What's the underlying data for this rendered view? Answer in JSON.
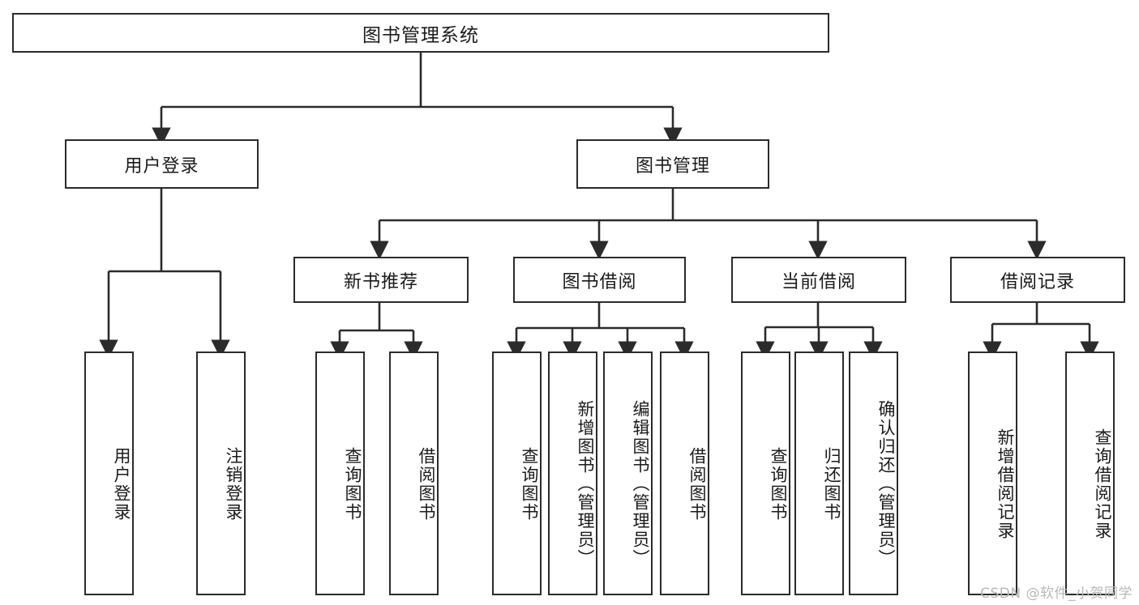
{
  "diagram": {
    "title_box": {
      "label": "图书管理系统"
    },
    "level1": [
      {
        "id": "user-login",
        "label": "用户登录"
      },
      {
        "id": "book-management",
        "label": "图书管理"
      }
    ],
    "level2": [
      {
        "id": "new-book-recommend",
        "label": "新书推荐"
      },
      {
        "id": "book-borrow",
        "label": "图书借阅"
      },
      {
        "id": "current-borrow",
        "label": "当前借阅"
      },
      {
        "id": "borrow-record",
        "label": "借阅记录"
      }
    ],
    "leaves": {
      "user_login": [
        {
          "id": "leaf-user-login",
          "label": "用户登录"
        },
        {
          "id": "leaf-logout-login",
          "label": "注销登录"
        }
      ],
      "new_book_recommend": [
        {
          "id": "leaf-query-book-1",
          "label": "查询图书"
        },
        {
          "id": "leaf-borrow-book-1",
          "label": "借阅图书"
        }
      ],
      "book_borrow": [
        {
          "id": "leaf-query-book-2",
          "label": "查询图书"
        },
        {
          "id": "leaf-add-book",
          "label": "新增图书（管理员）"
        },
        {
          "id": "leaf-edit-book",
          "label": "编辑图书（管理员）"
        },
        {
          "id": "leaf-borrow-book-2",
          "label": "借阅图书"
        }
      ],
      "current_borrow": [
        {
          "id": "leaf-query-book-3",
          "label": "查询图书"
        },
        {
          "id": "leaf-return-book",
          "label": "归还图书"
        },
        {
          "id": "leaf-confirm-return",
          "label": "确认归还（管理员）"
        }
      ],
      "borrow_record": [
        {
          "id": "leaf-add-borrow-record",
          "label": "新增借阅记录"
        },
        {
          "id": "leaf-query-borrow-record",
          "label": "查询借阅记录"
        }
      ]
    },
    "watermark": "CSDN @软件_小贺同学",
    "colors": {
      "stroke": "#2b2b2b",
      "fill": "#ffffff",
      "text": "#1a1a1a",
      "watermark": "#b8b8b8"
    }
  }
}
